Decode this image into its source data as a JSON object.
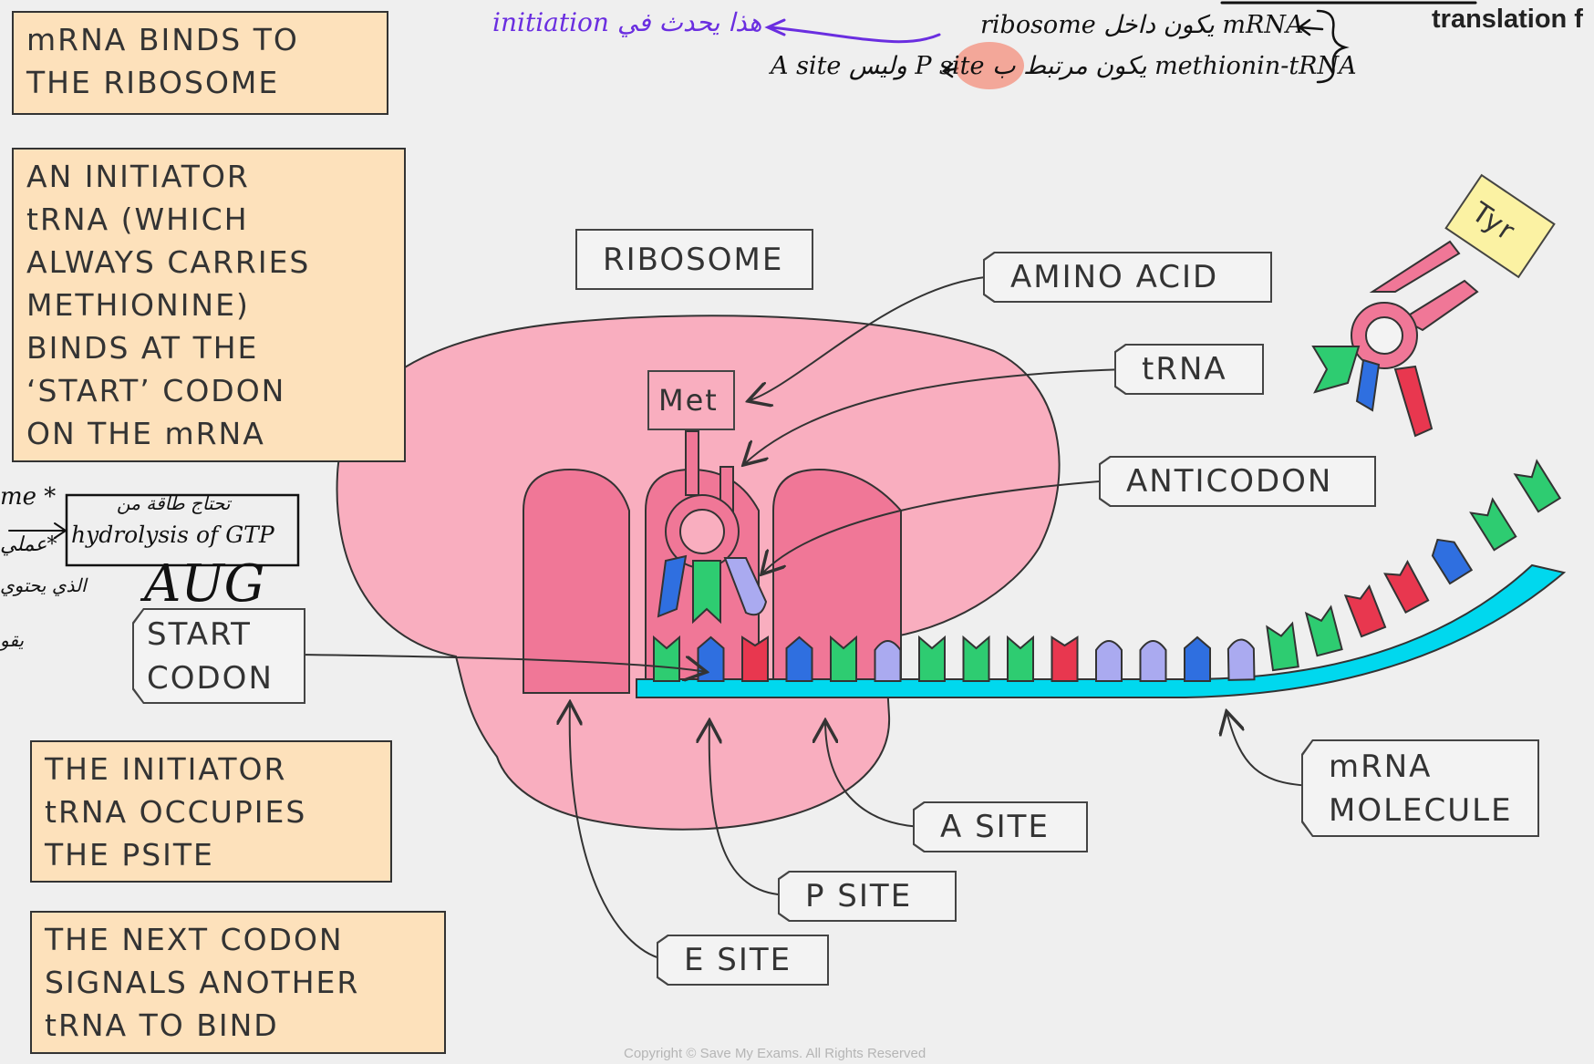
{
  "boxes": {
    "mrna_binds": "mRNA BINDS TO\nTHE RIBOSOME",
    "initiator_trna": "AN INITIATOR\ntRNA (WHICH\nALWAYS CARRIES\nMETHIONINE)\nBINDS AT THE\n‘START’ CODON\nON THE mRNA",
    "occupies_psite": "THE INITIATOR\ntRNA OCCUPIES\nTHE PSITE",
    "next_codon": "THE NEXT CODON\nSIGNALS ANOTHER\ntRNA TO BIND"
  },
  "labels": {
    "ribosome": "RIBOSOME",
    "amino_acid": "AMINO ACID",
    "trna": "tRNA",
    "anticodon": "ANTICODON",
    "start_codon": "START\nCODON",
    "mrna_molecule": "mRNA\nMOLECULE",
    "a_site": "A SITE",
    "p_site": "P SITE",
    "e_site": "E SITE",
    "met": "Met",
    "tyr": "Tyr"
  },
  "annotations": {
    "initiation": "initiation هذا يحدث في",
    "ribosome_mrna": "ribosome يكون داخل mRNA",
    "methionin": "A site وليس P site يكون مرتبط ب methionin-tRNA",
    "translation": "translation f",
    "energy_ar": "تحتاج طاقة من",
    "gtp": "hydrolysis of GTP",
    "aug": "AUG",
    "margin_1": "me *",
    "margin_2": "عملي*",
    "margin_3": "الذي يحتوي",
    "margin_4": "يقو"
  },
  "footer": {
    "copyright": "Copyright © Save My Exams. All Rights Reserved"
  },
  "colors": {
    "ribosome_body": "#f9aebf",
    "ribosome_pocket": "#f07797",
    "mrna": "#00d8ee",
    "green": "#2ecc71",
    "blue": "#2f6fe0",
    "red": "#e8374f",
    "lavender": "#aaaaf0",
    "box_fill": "#fde1bb",
    "purple_ink": "#6a2ee0"
  }
}
